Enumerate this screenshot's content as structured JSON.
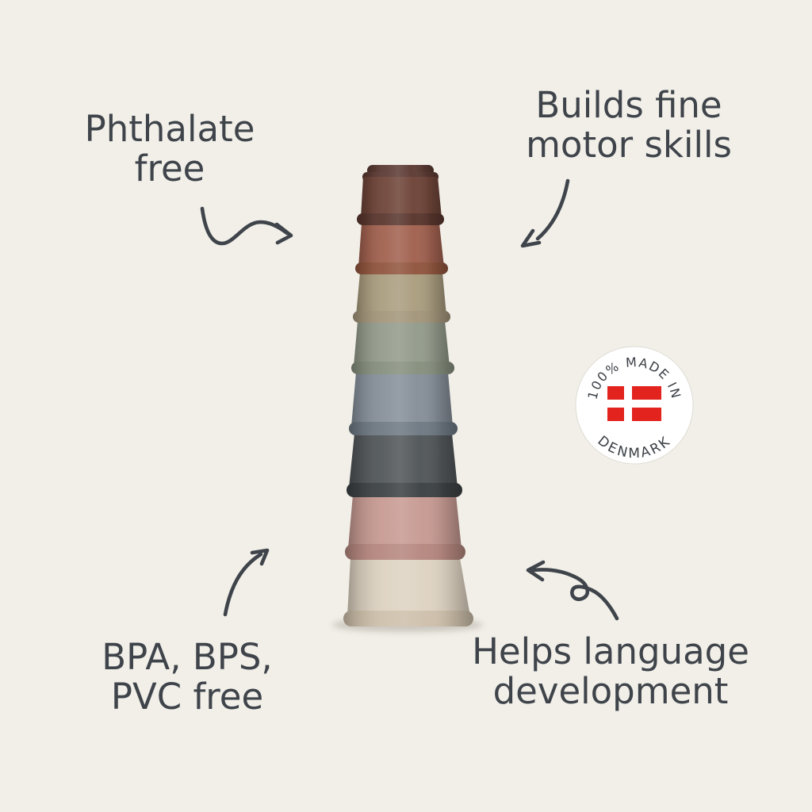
{
  "page": {
    "background": "#f1efe8",
    "ink": "#3f444b"
  },
  "annotations": {
    "top_left": {
      "line1": "Phthalate",
      "line2": "free"
    },
    "top_right": {
      "line1": "Builds fine",
      "line2": "motor skills"
    },
    "bottom_left": {
      "line1": "BPA, BPS,",
      "line2": "PVC free"
    },
    "bottom_right": {
      "line1": "Helps language",
      "line2": "development"
    }
  },
  "badge": {
    "top_text": "100% MADE IN",
    "bottom_text": "DENMARK",
    "text_color": "#3a3f45",
    "circle_fill": "#ffffff",
    "circle_edge": "#dedcd3",
    "flag_red": "#e2231e",
    "flag_cross": "#ffffff"
  },
  "tower": {
    "cups": [
      {
        "name": "dark-brown",
        "color": "#6f4539",
        "rim_color": "#5a372e",
        "cap_color": "#5e3c35"
      },
      {
        "name": "terracotta",
        "color": "#a26250",
        "rim_color": "#91563f"
      },
      {
        "name": "tan",
        "color": "#ab9e80",
        "rim_color": "#a3967b"
      },
      {
        "name": "sage-green",
        "color": "#949c8c",
        "rim_color": "#87907f"
      },
      {
        "name": "blue-gray",
        "color": "#87909a",
        "rim_color": "#6f7a84"
      },
      {
        "name": "charcoal",
        "color": "#52575a",
        "rim_color": "#3d4244"
      },
      {
        "name": "rose-pink",
        "color": "#c79b93",
        "rim_color": "#b68880"
      },
      {
        "name": "cream",
        "color": "#ded3c2",
        "rim_color": "#cec0ab"
      }
    ]
  }
}
